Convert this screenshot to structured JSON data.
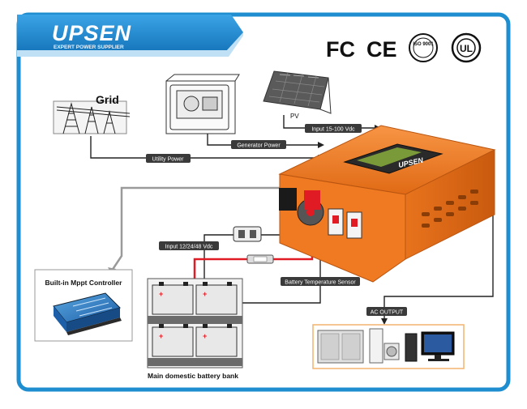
{
  "brand": {
    "logo_text": "UPSEN",
    "tagline": "EXPERT POWER SUPPLIER"
  },
  "certifications": {
    "fc": "FC",
    "ce": "CE",
    "iso": "ISO 9001",
    "ul": "UL"
  },
  "labels": {
    "grid": "Grid",
    "pv": "PV",
    "input_pv": "Input 15-100 Vdc",
    "generator_power": "Generator Power",
    "utility_power": "Utility Power",
    "input_battery": "Input 12/24/48 Vdc",
    "battery_temp_sensor": "Battery Temperature Sensor",
    "mppt_controller": "Built-in Mppt Controller",
    "ac_output": "AC OUTPUT",
    "battery_bank": "Main domestic battery bank",
    "inverter_brand": "UPSEN"
  },
  "colors": {
    "frame_blue": "#1e8ed0",
    "brand_dark": "#1b5f9e",
    "inverter_orange": "#f07a22",
    "wire_red": "#e01b24",
    "label_bg": "#3a3a3a"
  }
}
